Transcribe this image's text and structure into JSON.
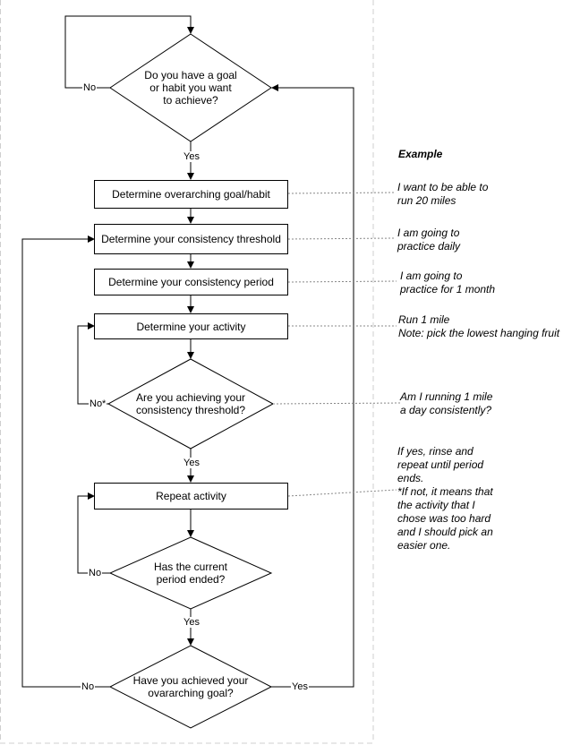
{
  "diagram": {
    "decisions": {
      "goal_question": "Do you have a goal\nor habit you want\nto achieve?",
      "consistency_question": "Are you achieving your\nconsistency threshold?",
      "period_question": "Has the current\nperiod ended?",
      "achieved_question": "Have you achieved your\novararching goal?"
    },
    "steps": {
      "overarching_goal": "Determine overarching goal/habit",
      "consistency_threshold": "Determine your consistency threshold",
      "consistency_period": "Determine your consistency period",
      "activity": "Determine your activity",
      "repeat_activity": "Repeat activity"
    },
    "edge_labels": {
      "goal_no": "No",
      "goal_yes": "Yes",
      "consistency_no": "No*",
      "consistency_yes": "Yes",
      "period_no": "No",
      "period_yes": "Yes",
      "achieved_no": "No",
      "achieved_yes": "Yes"
    }
  },
  "example": {
    "heading": "Example",
    "notes": {
      "goal": "I want to be able to\nrun 20 miles",
      "threshold": "I am going to\npractice daily",
      "period": "I am going to\npractice for 1 month",
      "activity": "Run 1 mile\nNote: pick the lowest hanging fruit",
      "consistency": "Am I running 1 mile\na day consistently?",
      "repeat": "If yes, rinse and\nrepeat until period\nends.\n*If not, it means that\nthe activity that I\nchose was too hard\nand I should pick an\neasier one."
    }
  }
}
